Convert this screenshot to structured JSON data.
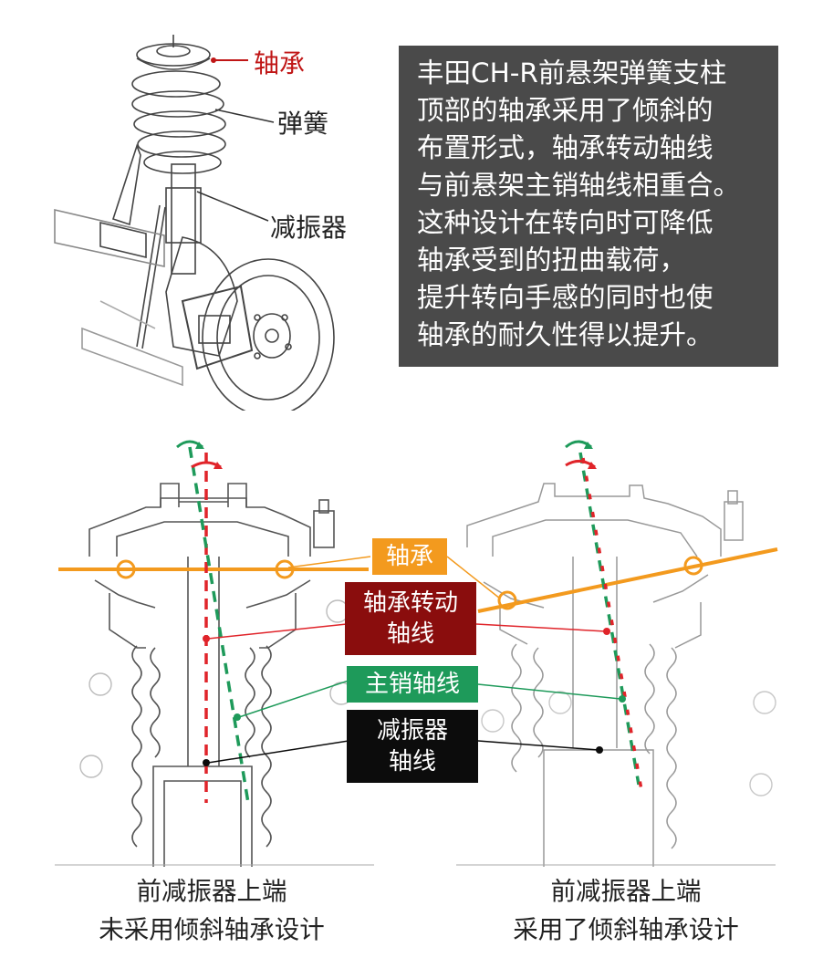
{
  "strut_labels": {
    "bearing": "轴承",
    "spring": "弹簧",
    "shock": "减振器"
  },
  "info_box": {
    "lines": [
      "丰田CH-R前悬架弹簧支柱",
      "顶部的轴承采用了倾斜的",
      "布置形式，轴承转动轴线",
      "与前悬架主销轴线相重合。",
      "这种设计在转向时可降低",
      "轴承受到的扭曲载荷，",
      "提升转向手感的同时也使",
      "轴承的耐久性得以提升。"
    ]
  },
  "callouts": {
    "bearing": "轴承",
    "bearing_axis_line1": "轴承转动",
    "bearing_axis_line2": "轴线",
    "kingpin_axis": "主销轴线",
    "shock_axis_line1": "减振器",
    "shock_axis_line2": "轴线"
  },
  "captions": {
    "left_line1": "前减振器上端",
    "left_line2": "未采用倾斜轴承设计",
    "right_line1": "前减振器上端",
    "right_line2": "采用了倾斜轴承设计"
  },
  "colors": {
    "bearing": "#f39a1e",
    "bearing_axis": "#e0242a",
    "kingpin_axis": "#1e9a5a",
    "shock_axis": "#0c0c0c",
    "info_box_bg": "#4a4a4a"
  }
}
